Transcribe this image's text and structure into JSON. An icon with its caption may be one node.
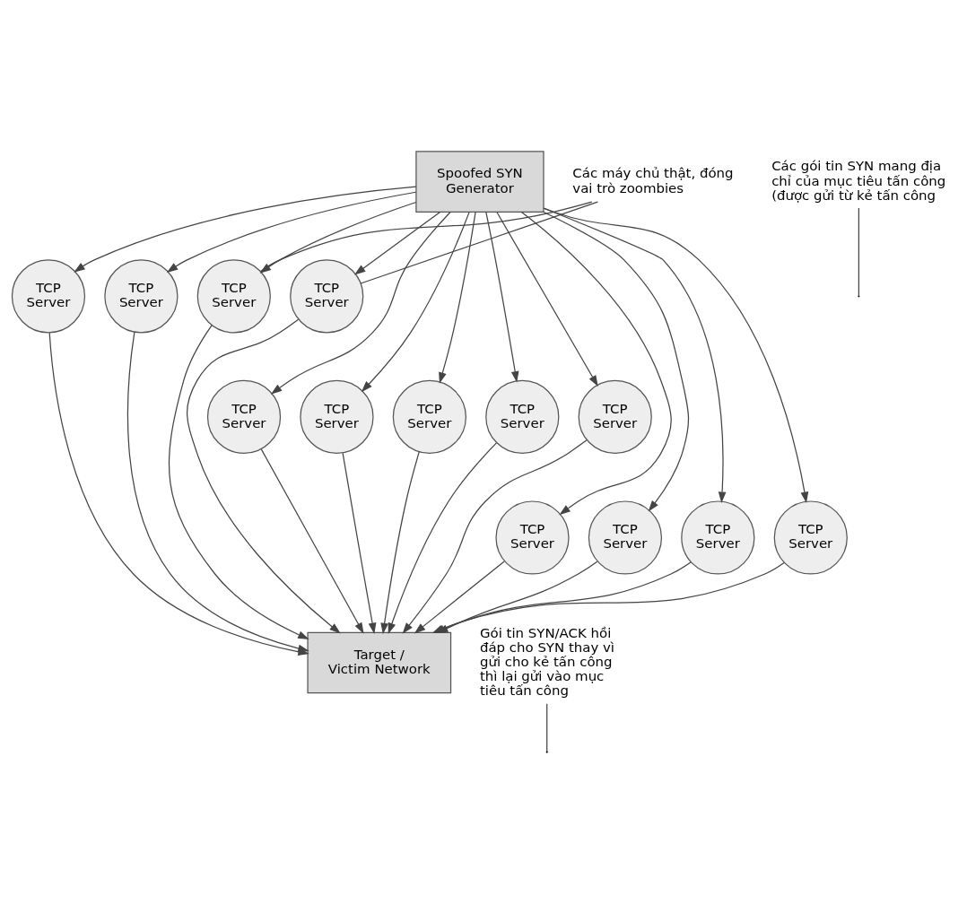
{
  "diagram": {
    "nodes": [
      {
        "text": [
          "Spoofed SYN Generator"
        ]
      },
      {
        "text": [
          "TCP Server"
        ]
      },
      {
        "text": [
          "TCP Server"
        ]
      },
      {
        "text": [
          "TCP Server"
        ]
      },
      {
        "text": [
          "TCP Server"
        ]
      },
      {
        "text": [
          "TCP Server"
        ]
      },
      {
        "text": [
          "TCP Server"
        ]
      },
      {
        "text": [
          "TCP Server"
        ]
      },
      {
        "text": [
          "TCP Server"
        ]
      },
      {
        "text": [
          "TCP Server"
        ]
      },
      {
        "text": [
          "TCP Server"
        ]
      },
      {
        "text": [
          "TCP Server"
        ]
      },
      {
        "text": [
          "TCP Server"
        ]
      },
      {
        "text": [
          "TCP Server"
        ]
      },
      {
        "text": [
          "Target / Victim Network"
        ]
      },
      {
        "text": [
          "Các gói tin SYN mang địa chỉ của mục tiêu tấn công (được gửi từ kẻ tấn công"
        ]
      },
      {
        "text": [
          "Các máy chủ thật, đóng vai trò zoombies"
        ]
      },
      {
        "text": [
          "Gói tin SYN/ACK hồi đáp cho SYN thay vì gửi cho kẻ tấn công thì lại gửi vào mục tiêu tấn công"
        ]
      }
    ],
    "edges": [
      {
        "from": 0,
        "to": 1,
        "arrow": "to"
      },
      {
        "from": 0,
        "to": 2,
        "arrow": "to"
      },
      {
        "from": 0,
        "to": 3,
        "arrow": "to"
      },
      {
        "from": 0,
        "to": 4,
        "arrow": "to"
      },
      {
        "from": 0,
        "to": 5,
        "arrow": "to"
      },
      {
        "from": 0,
        "to": 6,
        "arrow": "to"
      },
      {
        "from": 0,
        "to": 7,
        "arrow": "to"
      },
      {
        "from": 0,
        "to": 8,
        "arrow": "to"
      },
      {
        "from": 0,
        "to": 9,
        "arrow": "to"
      },
      {
        "from": 0,
        "to": 10,
        "arrow": "to"
      },
      {
        "from": 0,
        "to": 11,
        "arrow": "to"
      },
      {
        "from": 0,
        "to": 12,
        "arrow": "to"
      },
      {
        "from": 0,
        "to": 13,
        "arrow": "to"
      },
      {
        "from": 1,
        "to": 14,
        "arrow": "to"
      },
      {
        "from": 2,
        "to": 14,
        "arrow": "to"
      },
      {
        "from": 3,
        "to": 14,
        "arrow": "to"
      },
      {
        "from": 4,
        "to": 14,
        "arrow": "to"
      },
      {
        "from": 5,
        "to": 14,
        "arrow": "to"
      },
      {
        "from": 6,
        "to": 14,
        "arrow": "to"
      },
      {
        "from": 7,
        "to": 14,
        "arrow": "to"
      },
      {
        "from": 8,
        "to": 14,
        "arrow": "to"
      },
      {
        "from": 9,
        "to": 14,
        "arrow": "to"
      },
      {
        "from": 10,
        "to": 14,
        "arrow": "to"
      },
      {
        "from": 11,
        "to": 14,
        "arrow": "to"
      },
      {
        "from": 12,
        "to": 14,
        "arrow": "to"
      },
      {
        "from": 13,
        "to": 14,
        "arrow": "to"
      },
      {
        "from": 15,
        "to": null,
        "arrow": "none"
      },
      {
        "from": 16,
        "to": 3,
        "arrow": "none"
      },
      {
        "from": 16,
        "to": 4,
        "arrow": "none"
      },
      {
        "from": 17,
        "to": null,
        "arrow": "none"
      }
    ]
  }
}
